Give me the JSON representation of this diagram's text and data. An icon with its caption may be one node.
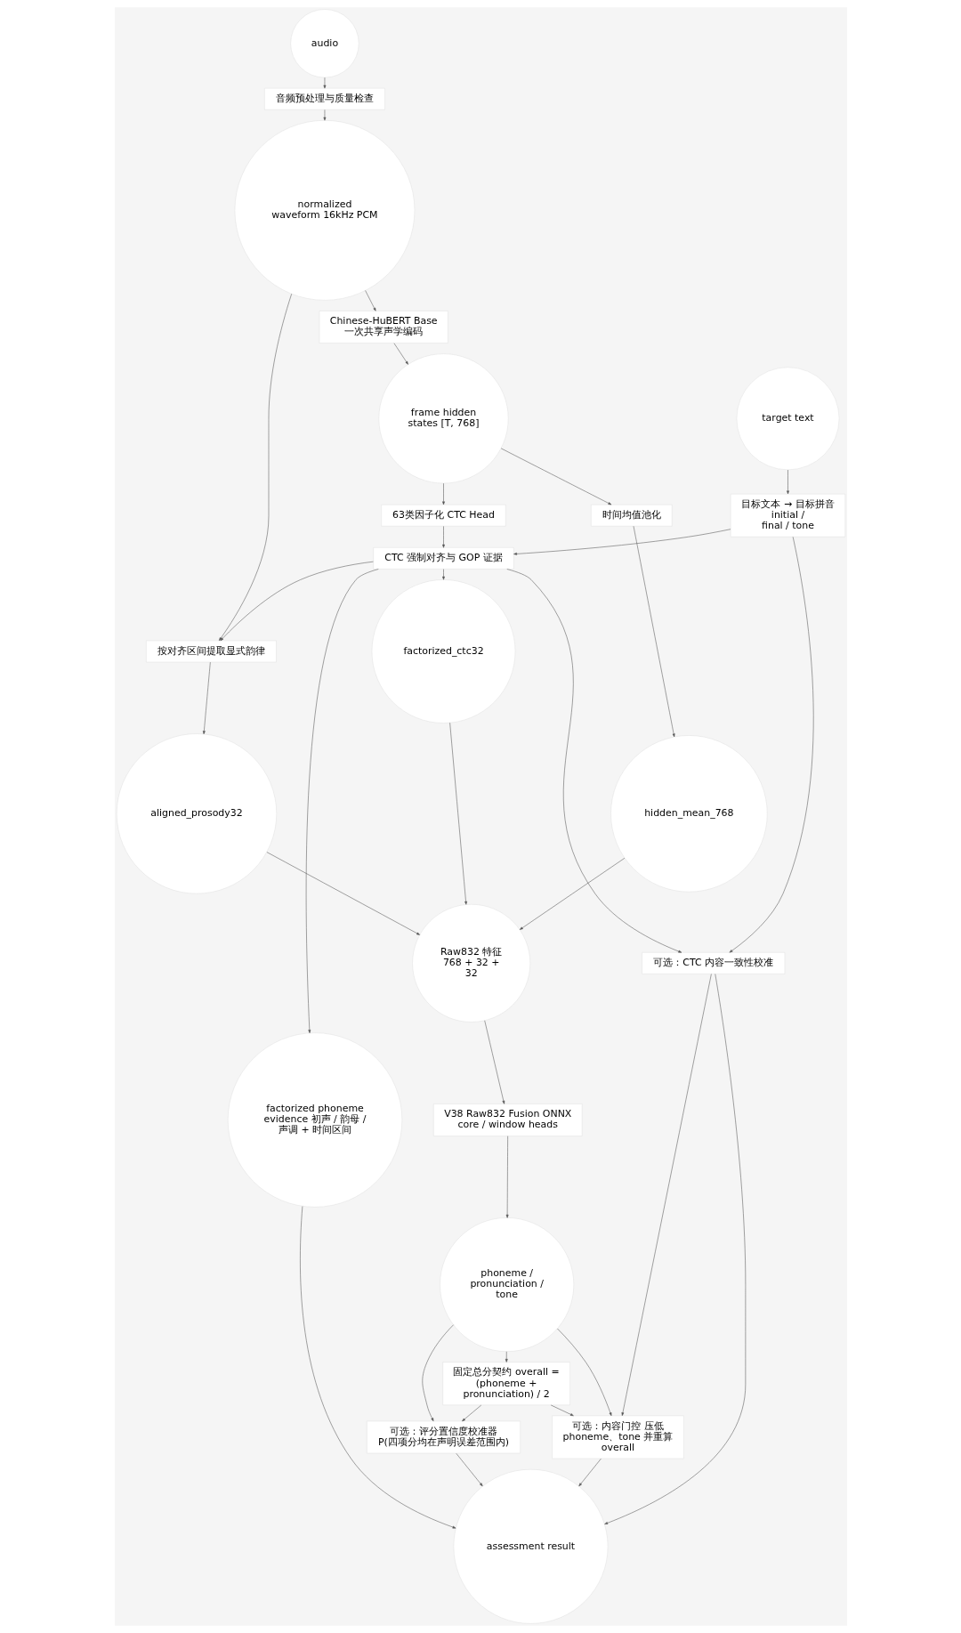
{
  "diagram": {
    "nodes": [
      {
        "text": [
          "audio"
        ]
      },
      {
        "text": [
          "音频预处理与质量检查"
        ]
      },
      {
        "text": [
          "normalized waveform 16kHz PCM"
        ]
      },
      {
        "text": [
          "Chinese-HuBERT Base 一次共享声学编码"
        ]
      },
      {
        "text": [
          "target text"
        ]
      },
      {
        "text": [
          "frame hidden states [T, 768]"
        ]
      },
      {
        "text": [
          "目标文本 → 目标拼音 initial / final / tone"
        ]
      },
      {
        "text": [
          "63类因子化 CTC Head"
        ]
      },
      {
        "text": [
          "CTC 强制对齐与 GOP 证据"
        ]
      },
      {
        "text": [
          "按对齐区间提取显式韵律"
        ]
      },
      {
        "text": [
          "时间均值池化"
        ]
      },
      {
        "text": [
          "aligned_prosody32"
        ]
      },
      {
        "text": [
          "factorized_ctc32"
        ]
      },
      {
        "text": [
          "hidden_mean_768"
        ]
      },
      {
        "text": [
          "Raw832 特征 768 + 32 + 32"
        ]
      },
      {
        "text": [
          "V38 Raw832 Fusion ONNX core / window heads"
        ]
      },
      {
        "text": [
          "phoneme / pronunciation / tone"
        ]
      },
      {
        "text": [
          "固定总分契约 overall = (phoneme + pronunciation) / 2"
        ]
      },
      {
        "text": [
          "可选：CTC 内容一致性校准"
        ]
      },
      {
        "text": [
          "可选：评分置信度校准器 P(四项分均在声明误差范围内)"
        ]
      },
      {
        "text": [
          "可选：内容门控 压低 phoneme、tone 并重算 overall"
        ]
      },
      {
        "text": [
          "factorized phoneme evidence 初声 / 韵母 / 声调 + 时间区间"
        ]
      },
      {
        "text": [
          "assessment result"
        ]
      }
    ],
    "edges": [
      {
        "from": 0,
        "to": 1,
        "arrow": "to"
      },
      {
        "from": 1,
        "to": 2,
        "arrow": "to"
      },
      {
        "from": 2,
        "to": 3,
        "arrow": "to"
      },
      {
        "from": 2,
        "to": 9,
        "arrow": "to"
      },
      {
        "from": 3,
        "to": 5,
        "arrow": "to"
      },
      {
        "from": 4,
        "to": 6,
        "arrow": "to"
      },
      {
        "from": 5,
        "to": 7,
        "arrow": "to"
      },
      {
        "from": 5,
        "to": 10,
        "arrow": "to"
      },
      {
        "from": 6,
        "to": 8,
        "arrow": "to"
      },
      {
        "from": 7,
        "to": 8,
        "arrow": "to"
      },
      {
        "from": 6,
        "to": 18,
        "arrow": "to"
      },
      {
        "from": 8,
        "to": 9,
        "arrow": "to"
      },
      {
        "from": 8,
        "to": 12,
        "arrow": "to"
      },
      {
        "from": 8,
        "to": 18,
        "arrow": "to"
      },
      {
        "from": 8,
        "to": 21,
        "arrow": "to"
      },
      {
        "from": 9,
        "to": 11,
        "arrow": "to"
      },
      {
        "from": 10,
        "to": 13,
        "arrow": "to"
      },
      {
        "from": 11,
        "to": 14,
        "arrow": "to"
      },
      {
        "from": 12,
        "to": 14,
        "arrow": "to"
      },
      {
        "from": 13,
        "to": 14,
        "arrow": "to"
      },
      {
        "from": 14,
        "to": 15,
        "arrow": "to"
      },
      {
        "from": 15,
        "to": 16,
        "arrow": "to"
      },
      {
        "from": 16,
        "to": 17,
        "arrow": "to"
      },
      {
        "from": 16,
        "to": 19,
        "arrow": "to"
      },
      {
        "from": 16,
        "to": 20,
        "arrow": "to"
      },
      {
        "from": 17,
        "to": 19,
        "arrow": "to"
      },
      {
        "from": 17,
        "to": 20,
        "arrow": "to"
      },
      {
        "from": 18,
        "to": 20,
        "arrow": "to"
      },
      {
        "from": 18,
        "to": 22,
        "arrow": "to"
      },
      {
        "from": 19,
        "to": 22,
        "arrow": "to"
      },
      {
        "from": 20,
        "to": 22,
        "arrow": "to"
      },
      {
        "from": 21,
        "to": 22,
        "arrow": "to"
      }
    ]
  }
}
